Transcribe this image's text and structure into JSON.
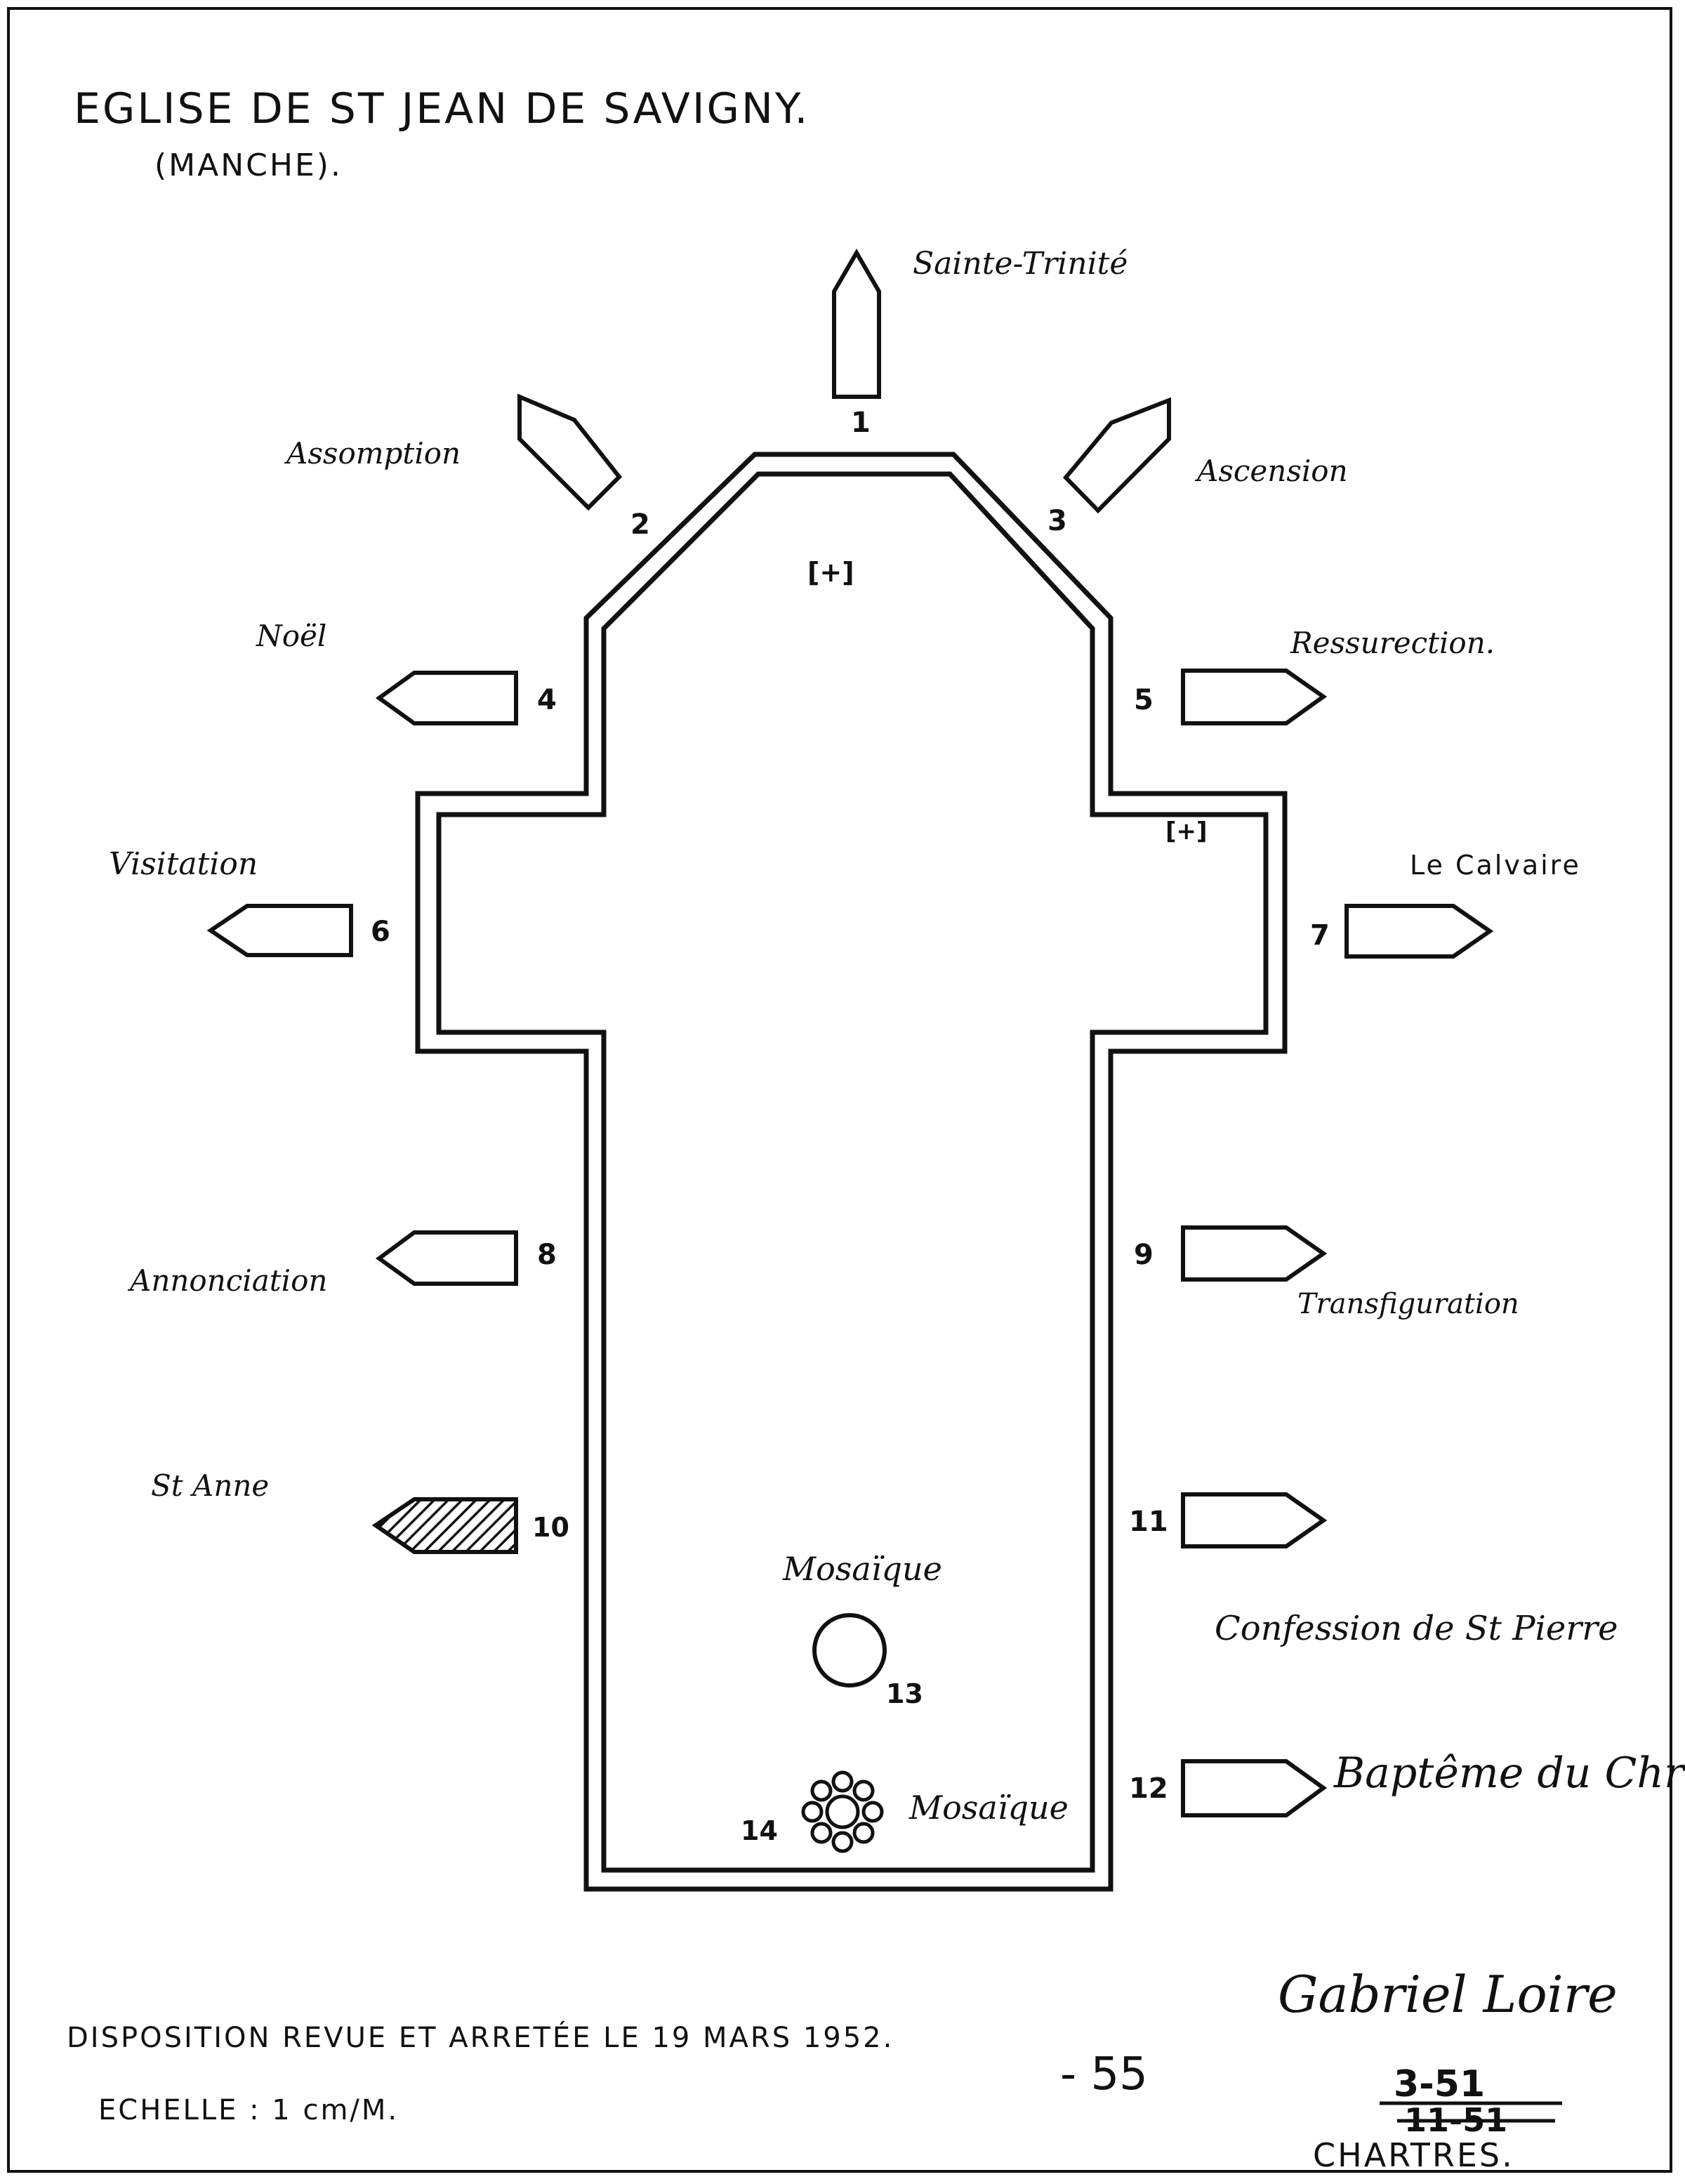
{
  "title": {
    "line1": "EGLISE DE ST JEAN DE SAVIGNY.",
    "line2": "(MANCHE)."
  },
  "windows": [
    {
      "number": "1",
      "label": "Sainte-Trinité"
    },
    {
      "number": "2",
      "label": "Assomption"
    },
    {
      "number": "3",
      "label": "Ascension"
    },
    {
      "number": "4",
      "label": "Noël"
    },
    {
      "number": "5",
      "label": "Ressurection."
    },
    {
      "number": "6",
      "label": "Visitation"
    },
    {
      "number": "7",
      "label": "Le Calvaire"
    },
    {
      "number": "8",
      "label": "Annonciation"
    },
    {
      "number": "9",
      "label": "Transfiguration"
    },
    {
      "number": "10",
      "label": "St Anne"
    },
    {
      "number": "11",
      "label": "Confession de St Pierre"
    },
    {
      "number": "12",
      "label": "Baptême du Christ"
    }
  ],
  "mosaics": [
    {
      "number": "13",
      "label": "Mosaïque"
    },
    {
      "number": "14",
      "label": "Mosaïque"
    }
  ],
  "altar_mark": "[+]",
  "footer": {
    "disposition": "DISPOSITION REVUE ET ARRETÉE LE 19 MARS 1952.",
    "scale": "ECHELLE : 1 cm/M.",
    "page_number": "- 55",
    "signature": "Gabriel Loire",
    "ref_top": "3-51",
    "ref_struck": "11-51",
    "city": "CHARTRES."
  }
}
